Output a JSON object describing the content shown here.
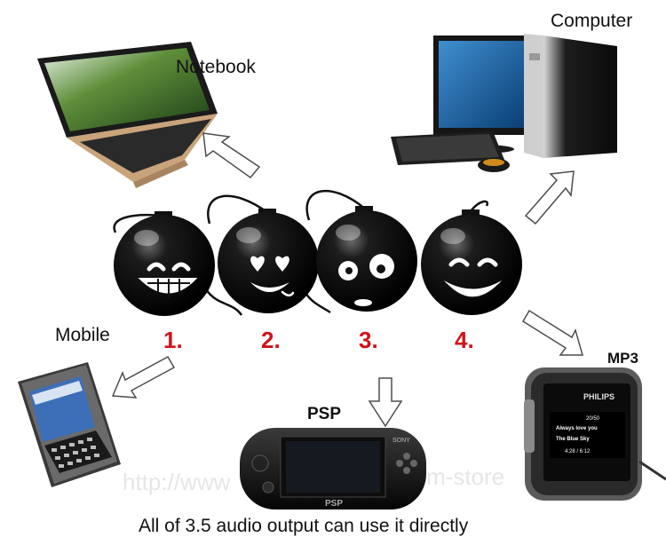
{
  "labels": {
    "notebook": "Notebook",
    "computer": "Computer",
    "mobile": "Mobile",
    "psp": "PSP",
    "mp3": "MP3"
  },
  "numbers": [
    "1.",
    "2.",
    "3.",
    "4."
  ],
  "caption": "All of 3.5 audio output can use it directly",
  "mp3_screen": {
    "track_index": "20/50",
    "line1": "Always love you",
    "line2": "The Blue Sky",
    "time": "4:28 / 6:12"
  },
  "device_text": {
    "philips": "PHILIPS",
    "psp": "PSP",
    "sony": "SONY"
  },
  "watermark": {
    "left": "http://www",
    "right": "m-store"
  },
  "colors": {
    "number_red": "#d0141a",
    "speaker_black": "#0a0a0a"
  }
}
